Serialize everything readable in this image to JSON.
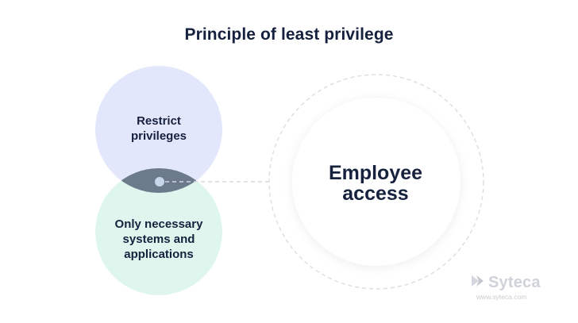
{
  "title": "Principle of least privilege",
  "circles": {
    "top_label": [
      "Restrict",
      "privileges"
    ],
    "bottom_label": [
      "Only necessary",
      "systems and",
      "applications"
    ],
    "main_label": [
      "Employee",
      "access"
    ]
  },
  "colors": {
    "top_circle": "#e3e7fc",
    "bottom_circle": "#dff6ee",
    "overlap": "#6b7b8b",
    "connector": "#d5d8de",
    "ring": "#d9dbe0",
    "text": "#16213e"
  },
  "watermark": {
    "brand": "Syteca",
    "url": "www.syteca.com",
    "icon": "syteca-logo-icon"
  }
}
